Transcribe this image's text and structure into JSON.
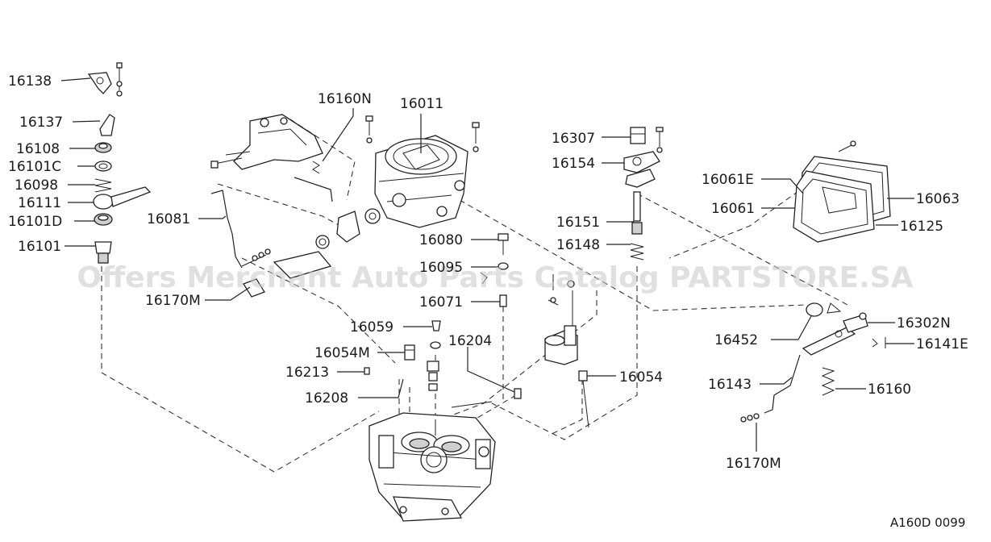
{
  "diagram": {
    "drawing_code": "A160D 0099",
    "watermark": "Offers Merchant Auto Parts Catalog PARTSTORE.SA",
    "part_labels": {
      "p16138": "16138",
      "p16137": "16137",
      "p16108": "16108",
      "p16101C": "16101C",
      "p16098": "16098",
      "p16111": "16111",
      "p16101D": "16101D",
      "p16101": "16101",
      "p16081": "16081",
      "p16170M_left": "16170M",
      "p16160N": "16160N",
      "p16011": "16011",
      "p16080": "16080",
      "p16095": "16095",
      "p16071": "16071",
      "p16059": "16059",
      "p16054M": "16054M",
      "p16204": "16204",
      "p16213": "16213",
      "p16208": "16208",
      "p16054": "16054",
      "p16307": "16307",
      "p16154": "16154",
      "p16151": "16151",
      "p16148": "16148",
      "p16061E": "16061E",
      "p16061": "16061",
      "p16063": "16063",
      "p16125": "16125",
      "p16452": "16452",
      "p16302N": "16302N",
      "p16141E": "16141E",
      "p16143": "16143",
      "p16160": "16160",
      "p16170M_right": "16170M"
    }
  }
}
